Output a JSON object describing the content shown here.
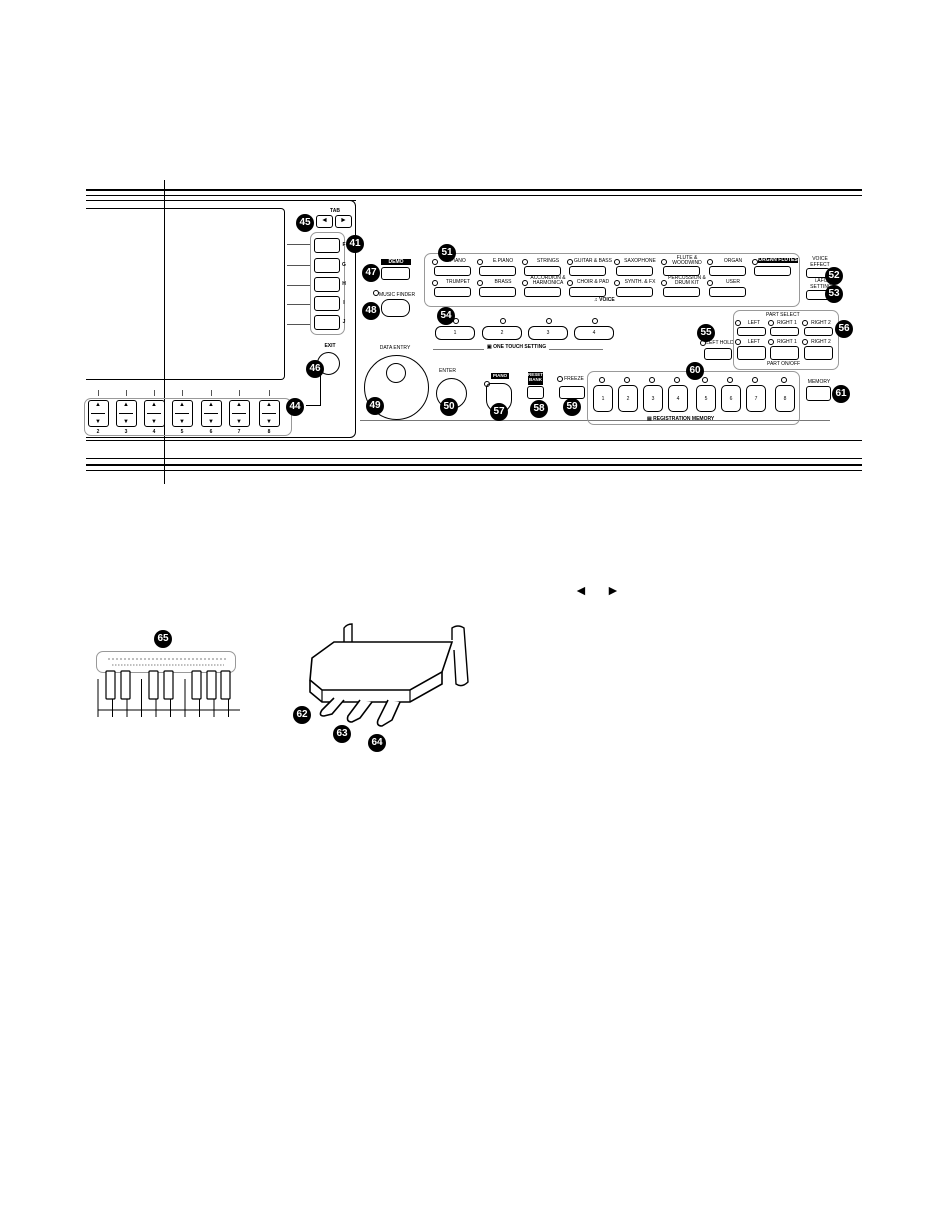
{
  "panel": {
    "tab": {
      "label": "TAB",
      "left_symbol": "◄",
      "right_symbol": "►"
    },
    "side_buttons": [
      "F",
      "G",
      "H",
      "I",
      "J"
    ],
    "exit_label": "EXIT",
    "bottom_buttons": [
      "2",
      "3",
      "4",
      "5",
      "6",
      "7",
      "8"
    ],
    "demo_label": "DEMO",
    "music_finder_label": "MUSIC FINDER",
    "data_entry_label": "DATA ENTRY",
    "enter_label": "ENTER",
    "voice": {
      "row1": [
        "PIANO",
        "E.PIANO",
        "STRINGS",
        "GUITAR & BASS",
        "SAXOPHONE",
        "FLUTE & WOODWIND",
        "ORGAN",
        "ORGAN FLUTES"
      ],
      "row2": [
        "TRUMPET",
        "BRASS",
        "ACCORDION & HARMONICA",
        "CHOIR & PAD",
        "SYNTH. & FX",
        "PERCUSSION & DRUM KIT",
        "USER"
      ],
      "caption": "VOICE",
      "voice_effect": "VOICE EFFECT",
      "ifc_setting": "i.AFC SETTING"
    },
    "ots": {
      "buttons": [
        "1",
        "2",
        "3",
        "4"
      ],
      "caption": "ONE TOUCH SETTING"
    },
    "left_hold": "LEFT HOLD",
    "part_select": {
      "caption": "PART SELECT",
      "buttons": [
        "LEFT",
        "RIGHT 1",
        "RIGHT 2"
      ]
    },
    "part_onoff": {
      "caption": "PART ON/OFF",
      "buttons": [
        "LEFT",
        "RIGHT 1",
        "RIGHT 2"
      ]
    },
    "piano_label": "PIANO",
    "reset_bank_label": "RESET BANK",
    "freeze_label": "FREEZE",
    "registration": {
      "buttons": [
        "1",
        "2",
        "3",
        "4",
        "5",
        "6",
        "7",
        "8"
      ],
      "caption": "REGISTRATION MEMORY"
    },
    "memory_label": "MEMORY"
  },
  "callouts": {
    "c41": "41",
    "c44": "44",
    "c45": "45",
    "c46": "46",
    "c47": "47",
    "c48": "48",
    "c49": "49",
    "c50": "50",
    "c51": "51",
    "c52": "52",
    "c53": "53",
    "c54": "54",
    "c55": "55",
    "c56": "56",
    "c57": "57",
    "c58": "58",
    "c59": "59",
    "c60": "60",
    "c61": "61",
    "c62": "62",
    "c63": "63",
    "c64": "64",
    "c65": "65"
  },
  "arrows_text": {
    "left": "◄",
    "right": "►"
  }
}
